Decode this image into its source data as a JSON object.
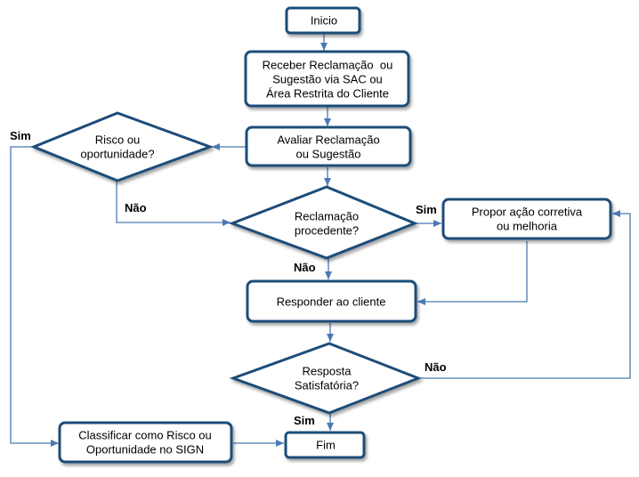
{
  "nodes": {
    "inicio": {
      "lines": [
        "Inicio"
      ]
    },
    "receber": {
      "lines": [
        "Receber Reclamação  ou",
        "Sugestão via SAC ou",
        "Área Restrita do Cliente"
      ]
    },
    "avaliar": {
      "lines": [
        "Avaliar Reclamação",
        "ou Sugestão"
      ]
    },
    "risco": {
      "lines": [
        "Risco ou",
        "oportunidade?"
      ]
    },
    "procedente": {
      "lines": [
        "Reclamação",
        "procedente?"
      ]
    },
    "propor": {
      "lines": [
        "Propor ação corretiva",
        "ou melhoria"
      ]
    },
    "responder": {
      "lines": [
        "Responder ao cliente"
      ]
    },
    "satisfatoria": {
      "lines": [
        "Resposta",
        "Satisfatória?"
      ]
    },
    "classificar": {
      "lines": [
        "Classificar como Risco ou",
        "Oportunidade no SIGN"
      ]
    },
    "fim": {
      "lines": [
        "Fim"
      ]
    }
  },
  "edge_labels": {
    "risco_sim": "Sim",
    "risco_nao": "Não",
    "procedente_sim": "Sim",
    "procedente_nao": "Não",
    "satisfatoria_nao": "Não",
    "satisfatoria_sim": "Sim"
  },
  "colors": {
    "shape_border": "#1f4e79",
    "shape_fill": "#ffffff",
    "connector": "#4a7ab5"
  }
}
